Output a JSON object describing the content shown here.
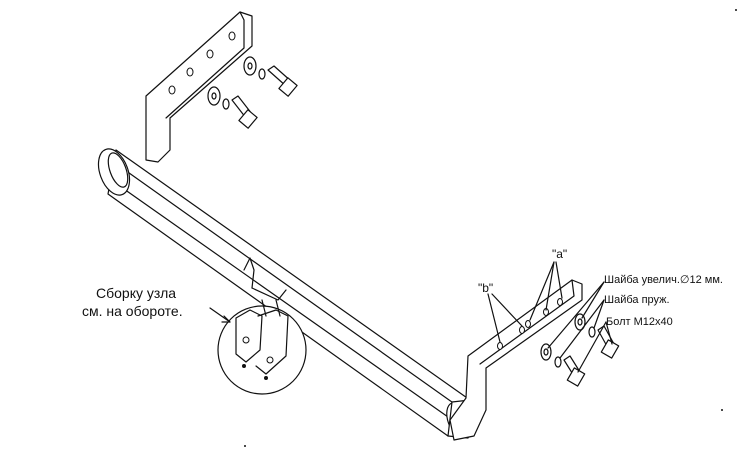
{
  "diagram": {
    "labels": {
      "assembly_note_line1": "Сборку узла",
      "assembly_note_line2": "см. на обороте.",
      "hole_a": "\"a\"",
      "hole_b": "\"b\"",
      "washer_large": "Шайба увелич.∅12 мм.",
      "washer_spring": "Шайба пруж.",
      "bolt": "Болт М12х40"
    },
    "colors": {
      "line": "#111111",
      "background": "#ffffff"
    }
  }
}
